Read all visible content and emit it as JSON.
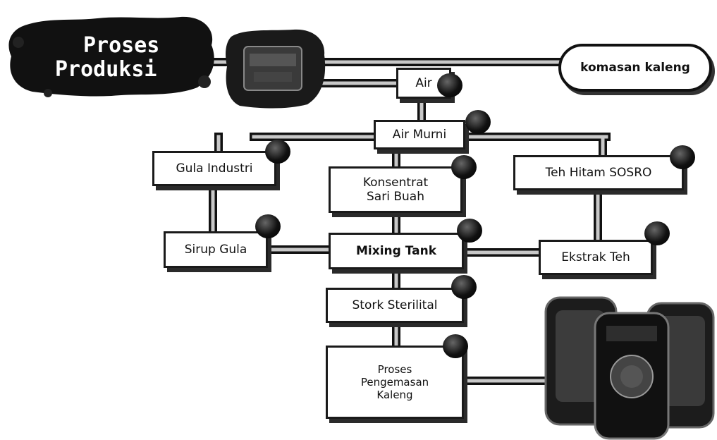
{
  "title": {
    "line1": "Proses",
    "line2": "Produksi"
  },
  "packaging_label": "komasan kaleng",
  "nodes": {
    "air": "Air",
    "air_murni": "Air Murni",
    "gula_industri": "Gula Industri",
    "konsentrat_line1": "Konsentrat",
    "konsentrat_line2": "Sari Buah",
    "teh_hitam": "Teh Hitam SOSRO",
    "sirup_gula": "Sirup Gula",
    "mixing_tank": "Mixing Tank",
    "ekstrak_teh": "Ekstrak Teh",
    "stork": "Stork Sterilital",
    "proses_line1": "Proses",
    "proses_line2": "Pengemasan",
    "proses_line3": "Kaleng"
  },
  "colors": {
    "ink": "#111111",
    "pipe_fill": "#bdbdbd",
    "paper": "#ffffff"
  }
}
